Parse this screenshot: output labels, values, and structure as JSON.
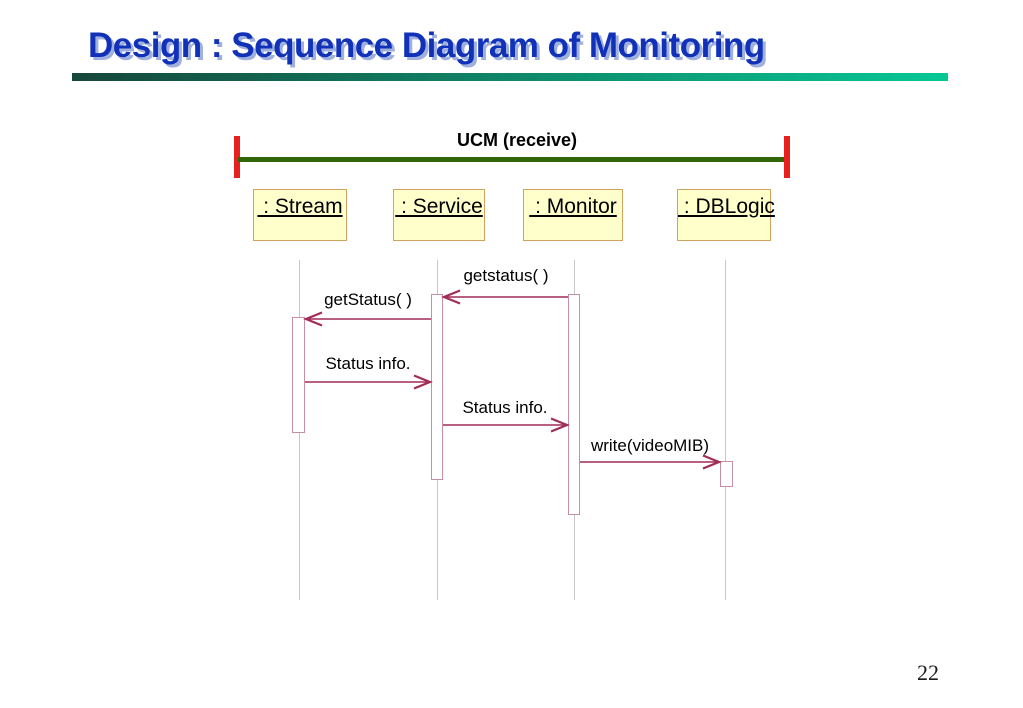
{
  "slide": {
    "title": "Design : Sequence Diagram of Monitoring",
    "page_number": "22"
  },
  "bracket": {
    "label": "UCM (receive)"
  },
  "diagram": {
    "type": "uml-sequence",
    "actors": [
      {
        "id": "stream",
        "label": " : Stream"
      },
      {
        "id": "service",
        "label": " : Service"
      },
      {
        "id": "monitor",
        "label": " : Monitor"
      },
      {
        "id": "dblogic",
        "label": " : DBLogic"
      }
    ],
    "messages": [
      {
        "label": "getstatus( )",
        "from": "monitor",
        "to": "service",
        "direction": "left"
      },
      {
        "label": "getStatus( )",
        "from": "service",
        "to": "stream",
        "direction": "left"
      },
      {
        "label": "Status info.",
        "from": "stream",
        "to": "service",
        "direction": "right"
      },
      {
        "label": "Status info.",
        "from": "service",
        "to": "monitor",
        "direction": "right"
      },
      {
        "label": "write(videoMIB)",
        "from": "monitor",
        "to": "dblogic",
        "direction": "right"
      }
    ]
  },
  "colors": {
    "title-blue": "#1132b8",
    "title-shadow": "#9fb0dc",
    "bar-start": "#16473b",
    "bar-end": "#07c795",
    "bracket-green": "#336609",
    "tick-red": "#e9211c",
    "box-fill": "#ffffcc",
    "box-border": "#cfa360",
    "lifeline-gray": "#c7c7c7",
    "activation-border": "#c68fa5",
    "message-crimson": "#a22c58",
    "text-black": "#000000",
    "page-num-color": "#1a1a1a"
  }
}
